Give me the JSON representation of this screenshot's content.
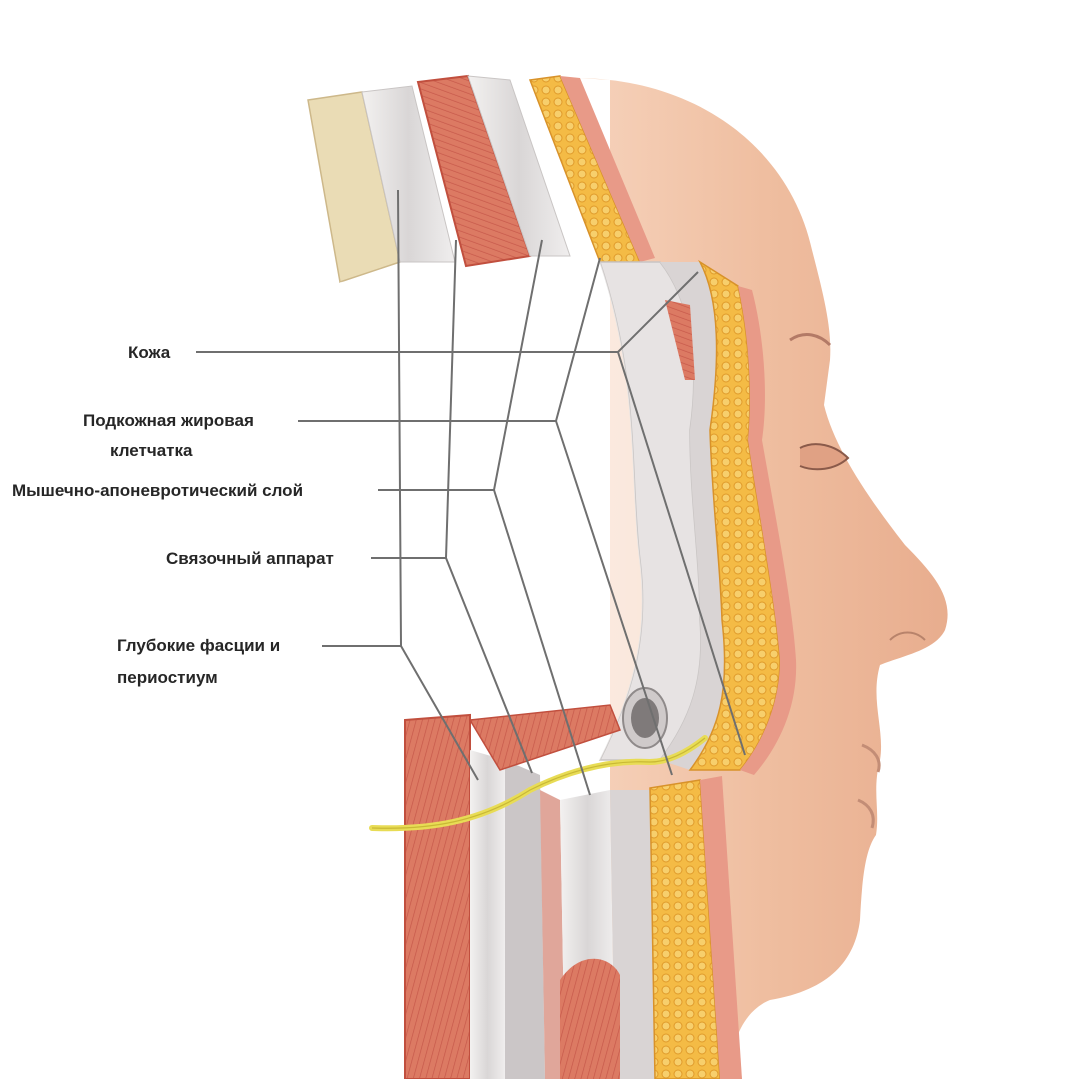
{
  "labels": {
    "skin": "Кожа",
    "fat_line1": "Подкожная жировая",
    "fat_line2": "клетчатка",
    "smas": "Мышечно-апоневротический слой",
    "ligaments": "Связочный аппарат",
    "fascia_line1": "Глубокие фасции и",
    "fascia_line2": "периостиум"
  },
  "layer_colors": {
    "skin_surface": "#efc3a6",
    "skin_dermis": "#e89a88",
    "fat": "#f2b640",
    "muscle": "#d9705b",
    "fascia": "#e6e3e2",
    "bone": "#eadcb5",
    "nerve": "#e8dc55",
    "leader_line": "#6f6f6f"
  },
  "icons": [
    "face-profile-illustration",
    "nerve-illustration"
  ]
}
